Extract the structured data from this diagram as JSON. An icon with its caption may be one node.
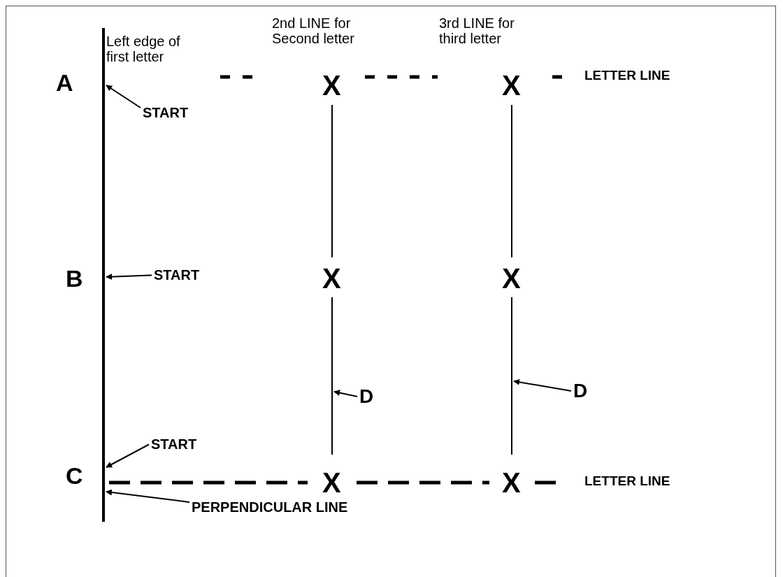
{
  "diagram": {
    "nodes": [
      {
        "text": [],
        "shape": "line"
      },
      {
        "text": [],
        "shape": "line"
      },
      {
        "text": [],
        "shape": "line"
      },
      {
        "text": [],
        "shape": "line"
      },
      {
        "text": [],
        "shape": "line"
      },
      {
        "text": [
          "START"
        ]
      },
      {
        "text": [
          "START"
        ]
      },
      {
        "text": [
          "START"
        ]
      },
      {
        "text": [
          "D"
        ]
      },
      {
        "text": [
          "D"
        ]
      },
      {
        "text": [
          "PERPENDICULAR LINE"
        ]
      }
    ],
    "edges": [
      {
        "from": 5,
        "to": 0,
        "arrow": "to"
      },
      {
        "from": 6,
        "to": 0,
        "arrow": "to"
      },
      {
        "from": 7,
        "to": 0,
        "arrow": "to"
      },
      {
        "from": 8,
        "to": 2,
        "arrow": "to"
      },
      {
        "from": 9,
        "to": 4,
        "arrow": "to"
      },
      {
        "from": 10,
        "to": 0,
        "arrow": "to"
      }
    ],
    "labels": [
      "Left edge of first letter",
      "2nd LINE for Second letter",
      "3rd LINE for third letter",
      "A",
      "X",
      "X",
      "LETTER LINE",
      "B",
      "X",
      "X",
      "C",
      "X",
      "X",
      "LETTER LINE"
    ]
  }
}
